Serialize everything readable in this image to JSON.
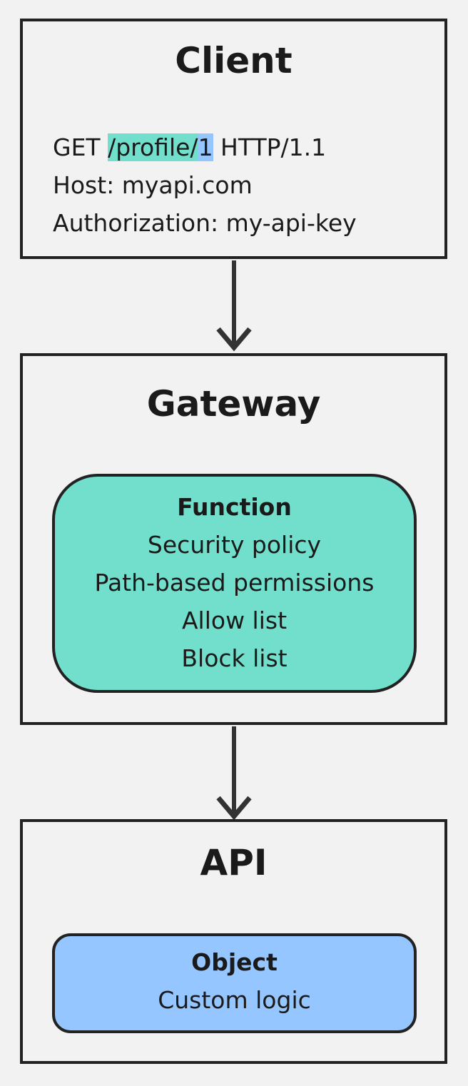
{
  "client": {
    "title": "Client",
    "request": {
      "method": "GET ",
      "path": "/profile/",
      "id": "1",
      "protocol": " HTTP/1.1",
      "host_line": "Host: myapi.com",
      "auth_line": "Authorization: my-api-key"
    }
  },
  "gateway": {
    "title": "Gateway",
    "function": {
      "title": "Function",
      "lines": [
        "Security policy",
        "Path-based permissions",
        "Allow list",
        "Block list"
      ]
    }
  },
  "api": {
    "title": "API",
    "object": {
      "title": "Object",
      "lines": [
        "Custom logic"
      ]
    }
  },
  "colors": {
    "background": "#f2f2f2",
    "border": "#222222",
    "function_fill": "#72dfcc",
    "object_fill": "#96c6ff",
    "path_highlight": "#72dfcc",
    "id_highlight": "#96c6ff",
    "arrow": "#333333"
  }
}
